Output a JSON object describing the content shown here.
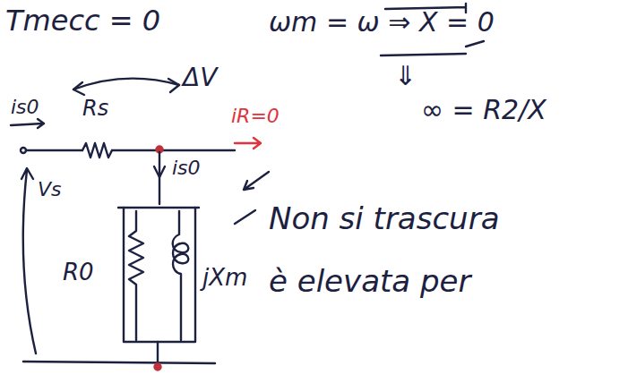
{
  "diagram": {
    "labels": [
      "Tmecc = 0",
      "ΔV",
      "ωm = ω ⇒ X = 0",
      "⇓",
      "∞ = R2/X",
      "is0",
      "Rs",
      "iR=0",
      "Vs",
      "is0",
      "R0",
      "jXm",
      "Non si trascura",
      "è elevata per"
    ]
  }
}
